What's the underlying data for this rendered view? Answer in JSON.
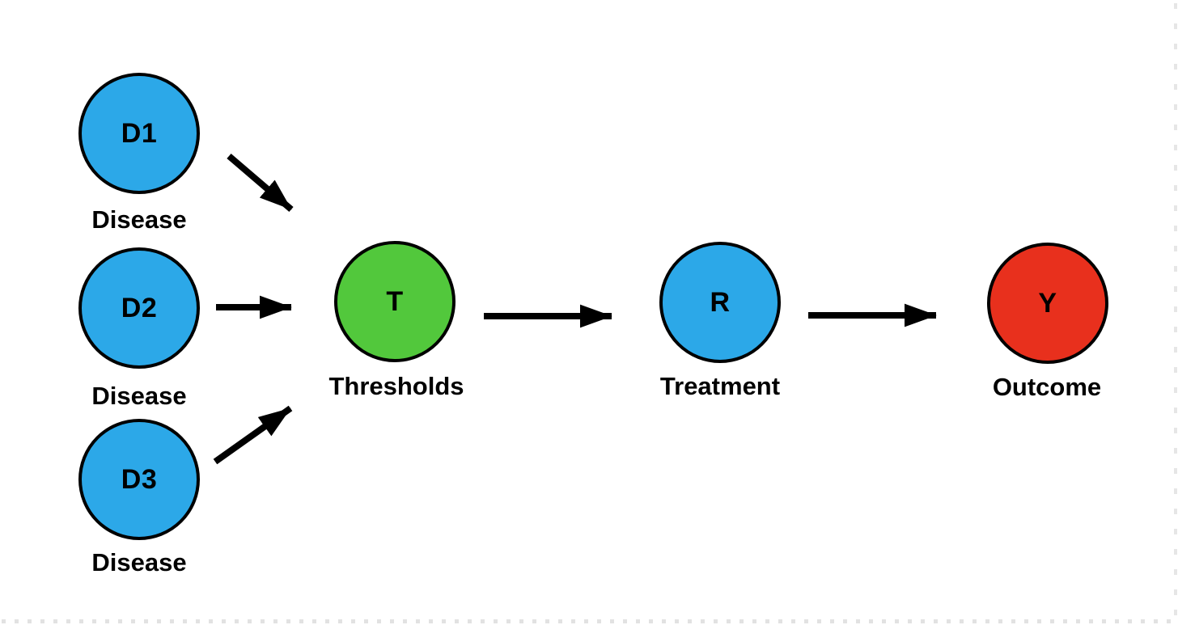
{
  "diagram": {
    "type": "causal-dag",
    "background": "#ffffff",
    "nodes": [
      {
        "id": "D1",
        "label": "D1",
        "caption": "Disease",
        "fill": "#2CA8E8"
      },
      {
        "id": "D2",
        "label": "D2",
        "caption": "Disease",
        "fill": "#2CA8E8"
      },
      {
        "id": "D3",
        "label": "D3",
        "caption": "Disease",
        "fill": "#2CA8E8"
      },
      {
        "id": "T",
        "label": "T",
        "caption": "Thresholds",
        "fill": "#52C83C"
      },
      {
        "id": "R",
        "label": "R",
        "caption": "Treatment",
        "fill": "#2CA8E8"
      },
      {
        "id": "Y",
        "label": "Y",
        "caption": "Outcome",
        "fill": "#E8301D"
      }
    ],
    "edges": [
      {
        "from": "D1",
        "to": "T"
      },
      {
        "from": "D2",
        "to": "T"
      },
      {
        "from": "D3",
        "to": "T"
      },
      {
        "from": "T",
        "to": "R"
      },
      {
        "from": "R",
        "to": "Y"
      }
    ],
    "colors": {
      "node_border": "#000000",
      "arrow": "#000000",
      "text": "#000000",
      "edge_tick": "#e2e2e2"
    }
  }
}
